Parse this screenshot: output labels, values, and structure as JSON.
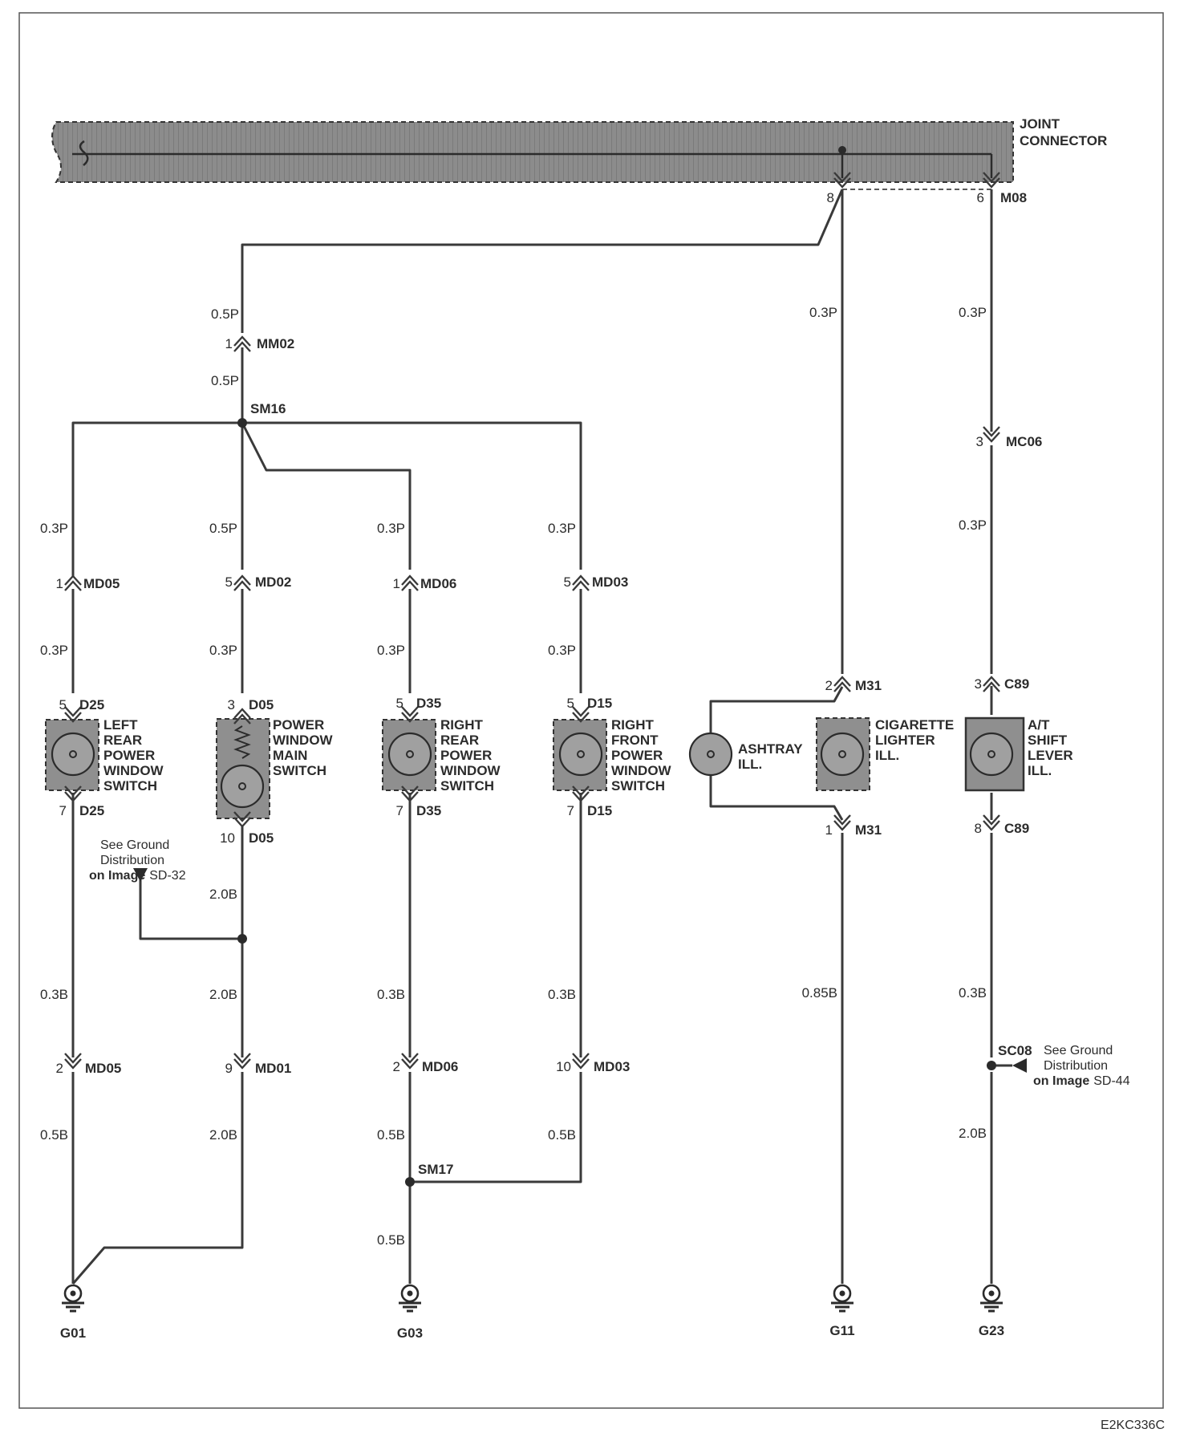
{
  "doc_code": "E2KC336C",
  "joint_connector": {
    "title_line1": "JOINT",
    "title_line2": "CONNECTOR",
    "pin_left": "8",
    "pin_right": "6",
    "connector_id": "M08"
  },
  "wire_sizes": {
    "mm02_top": "0.5P",
    "mm02_bottom": "0.5P",
    "md05_upper": "0.3P",
    "md05_lower": "0.3P",
    "md02_upper": "0.5P",
    "md02_lower": "0.3P",
    "md06_upper": "0.3P",
    "md06_lower": "0.3P",
    "md03_upper": "0.3P",
    "md03_lower": "0.3P",
    "m31_feed": "0.3P",
    "m08_feed": "0.3P",
    "mc06_lower": "0.3P",
    "d05_ground": "2.0B",
    "g01_a": "0.3B",
    "g01_b": "2.0B",
    "g01_c": "0.5B",
    "g01_d": "2.0B",
    "g03_a": "0.3B",
    "g03_b": "0.5B",
    "g03_c": "0.5B",
    "g03_d": "0.3B",
    "g03_e": "0.5B",
    "g11": "0.85B",
    "sc08_upper": "0.3B",
    "sc08_lower": "2.0B"
  },
  "connectors": {
    "mm02": {
      "pin": "1",
      "id": "MM02"
    },
    "mc06": {
      "pin": "3",
      "id": "MC06"
    },
    "md05_top": {
      "pin": "1",
      "id": "MD05"
    },
    "md02_top": {
      "pin": "5",
      "id": "MD02"
    },
    "md06_top": {
      "pin": "1",
      "id": "MD06"
    },
    "md03_top": {
      "pin": "5",
      "id": "MD03"
    },
    "m31_top": {
      "pin": "2",
      "id": "M31"
    },
    "c89_top": {
      "pin": "3",
      "id": "C89"
    },
    "d25_top": {
      "pin": "5",
      "id": "D25"
    },
    "d05_top": {
      "pin": "3",
      "id": "D05"
    },
    "d35_top": {
      "pin": "5",
      "id": "D35"
    },
    "d15_top": {
      "pin": "5",
      "id": "D15"
    },
    "d25_bot": {
      "pin": "7",
      "id": "D25"
    },
    "d05_bot": {
      "pin": "10",
      "id": "D05"
    },
    "d35_bot": {
      "pin": "7",
      "id": "D35"
    },
    "d15_bot": {
      "pin": "7",
      "id": "D15"
    },
    "m31_bot": {
      "pin": "1",
      "id": "M31"
    },
    "c89_bot": {
      "pin": "8",
      "id": "C89"
    },
    "md05_bot": {
      "pin": "2",
      "id": "MD05"
    },
    "md01_bot": {
      "pin": "9",
      "id": "MD01"
    },
    "md06_bot": {
      "pin": "2",
      "id": "MD06"
    },
    "md03_bot": {
      "pin": "10",
      "id": "MD03"
    }
  },
  "splices": {
    "sm16": "SM16",
    "sm17": "SM17",
    "sc08": "SC08"
  },
  "components": {
    "left_rear": [
      "LEFT",
      "REAR",
      "POWER",
      "WINDOW",
      "SWITCH"
    ],
    "main_switch": [
      "POWER",
      "WINDOW",
      "MAIN",
      "SWITCH"
    ],
    "right_rear": [
      "RIGHT",
      "REAR",
      "POWER",
      "WINDOW",
      "SWITCH"
    ],
    "right_front": [
      "RIGHT",
      "FRONT",
      "POWER",
      "WINDOW",
      "SWITCH"
    ],
    "ashtray": [
      "ASHTRAY",
      "ILL."
    ],
    "cigarette": [
      "CIGARETTE",
      "LIGHTER",
      "ILL."
    ],
    "at_shift": [
      "A/T",
      "SHIFT",
      "LEVER",
      "ILL."
    ]
  },
  "ground_notes": {
    "sd32": {
      "line1": "See Ground",
      "line2": "Distribution",
      "line3_bold": "on Image",
      "line3_ref": "SD-32"
    },
    "sd44": {
      "line1": "See Ground",
      "line2": "Distribution",
      "line3_bold": "on Image",
      "line3_ref": "SD-44"
    }
  },
  "grounds": {
    "g01": "G01",
    "g03": "G03",
    "g11": "G11",
    "g23": "G23"
  }
}
